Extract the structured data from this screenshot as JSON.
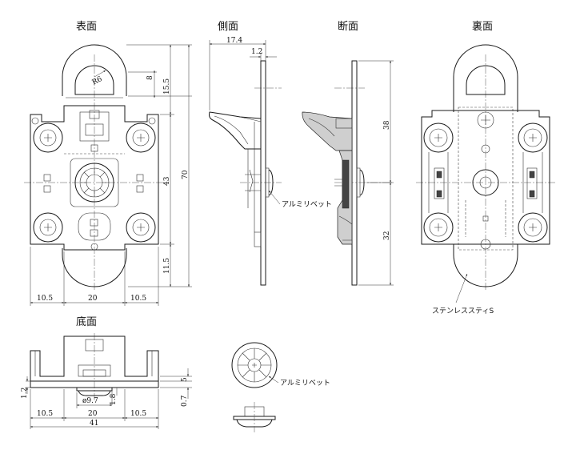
{
  "views": {
    "front": "表面",
    "side": "側面",
    "section": "断面",
    "back": "裏面",
    "bottom": "底面"
  },
  "dimensions": {
    "front": {
      "r6": "R6",
      "d8": "8",
      "d15_5": "15.5",
      "d43": "43",
      "d70": "70",
      "d11_5": "11.5",
      "w10_5_left": "10.5",
      "w20": "20",
      "w10_5_right": "10.5"
    },
    "side": {
      "d17_4": "17.4",
      "d1_2": "1.2"
    },
    "section": {
      "d38": "38",
      "d32": "32"
    },
    "bottom": {
      "d1_2": "1.2",
      "d1_8": "1.8",
      "d5": "5",
      "d0_7": "0.7",
      "dia9_7": "ø9.7",
      "w10_5_left": "10.5",
      "w20": "20",
      "w10_5_right": "10.5",
      "w41": "41"
    }
  },
  "notes": {
    "rivet_side": "アルミリベット",
    "rivet_detail": "アルミリベット",
    "stainless": "ステンレススティS"
  }
}
